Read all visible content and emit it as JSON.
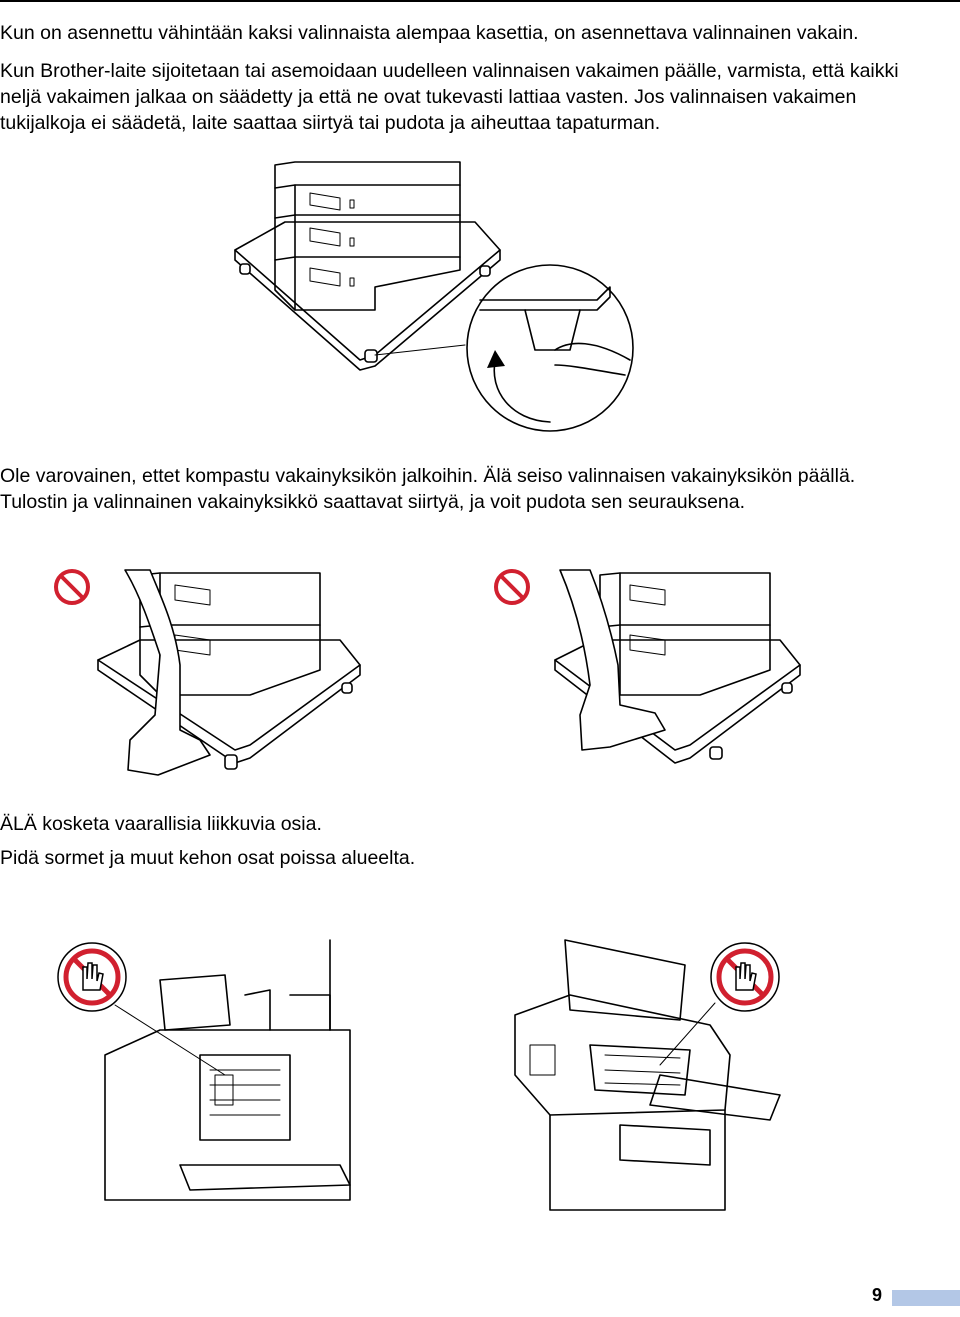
{
  "paragraphs": {
    "p1": "Kun on asennettu vähintään kaksi valinnaista alempaa kasettia, on asennettava valinnainen vakain.",
    "p2": "Kun Brother-laite sijoitetaan tai asemoidaan uudelleen valinnaisen vakaimen päälle, varmista, että kaikki neljä vakaimen jalkaa on säädetty ja että ne ovat tukevasti lattiaa vasten. Jos valinnaisen vakaimen tukijalkoja ei säädetä, laite saattaa siirtyä tai pudota ja aiheuttaa tapaturman.",
    "p3": "Ole varovainen, ettet kompastu vakainyksikön jalkoihin. Älä seiso valinnaisen vakainyksikön päällä. Tulostin ja valinnainen vakainyksikkö saattavat siirtyä, ja voit pudota sen seurauksena.",
    "p4": "ÄLÄ kosketa vaarallisia liikkuvia osia.",
    "p5": "Pidä sormet ja muut kehon osat poissa alueelta."
  },
  "footer": {
    "page_number": "9",
    "bar_color": "#b3c7e6"
  },
  "icons": {
    "prohibition": "prohibition-icon",
    "no_touch": "no-touch-hand-icon",
    "prohibition_color": "#d1202f"
  }
}
